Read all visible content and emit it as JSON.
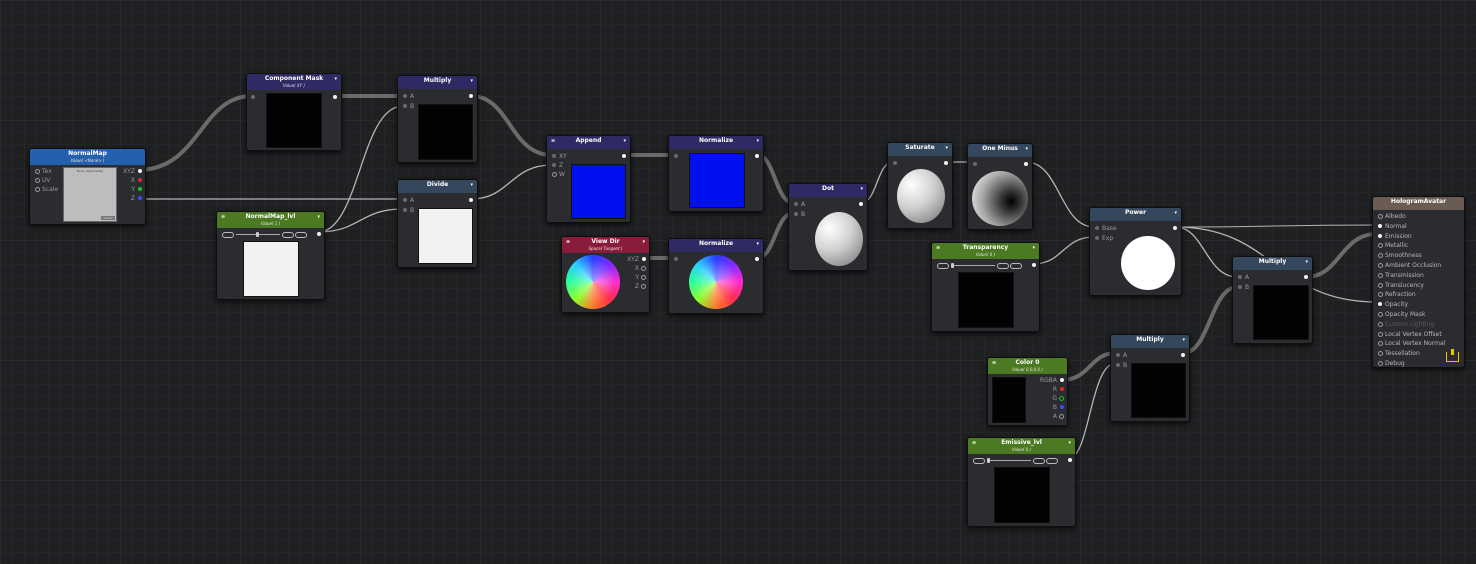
{
  "nodes": {
    "normalmap": {
      "title": "NormalMap",
      "sub": "Value( <None> )",
      "inputs": [
        "Tex",
        "UV",
        "Scale"
      ],
      "outputs": [
        "XYZ",
        "X",
        "Y",
        "Z"
      ],
      "thumb_text": "None (Texture2D)",
      "thumb_button": "Select"
    },
    "component_mask": {
      "title": "Component Mask",
      "sub": "Value( XY )"
    },
    "multiply1": {
      "title": "Multiply",
      "inputs": [
        "A",
        "B"
      ]
    },
    "divide": {
      "title": "Divide",
      "inputs": [
        "A",
        "B"
      ]
    },
    "normalmap_lvl": {
      "title": "NormalMap_lvl",
      "sub": "Value( 1 )"
    },
    "append": {
      "title": "Append",
      "inputs": [
        "XY",
        "Z",
        "W"
      ]
    },
    "normalize1": {
      "title": "Normalize"
    },
    "view_dir": {
      "title": "View Dir",
      "sub": "Space( Tangent )",
      "outputs": [
        "XYZ",
        "X",
        "Y",
        "Z"
      ]
    },
    "normalize2": {
      "title": "Normalize"
    },
    "dot": {
      "title": "Dot",
      "inputs": [
        "A",
        "B"
      ]
    },
    "saturate": {
      "title": "Saturate"
    },
    "one_minus": {
      "title": "One Minus"
    },
    "power": {
      "title": "Power",
      "inputs": [
        "Base",
        "Exp"
      ]
    },
    "transparency": {
      "title": "Transparency",
      "sub": "Value( 0 )"
    },
    "color0": {
      "title": "Color 0",
      "sub": "Value( 0,0,0,0 )",
      "outputs": [
        "RGBA",
        "R",
        "G",
        "B",
        "A"
      ]
    },
    "multiply2": {
      "title": "Multiply",
      "inputs": [
        "A",
        "B"
      ]
    },
    "emissive_lvl": {
      "title": "Emissive_lvl",
      "sub": "Value( 0 )"
    },
    "multiply3": {
      "title": "Multiply",
      "inputs": [
        "A",
        "B"
      ]
    },
    "output": {
      "title": "HologramAvatar",
      "ports": [
        "Albedo",
        "Normal",
        "Emission",
        "Metallic",
        "Smoothness",
        "Ambient Occlusion",
        "Transmission",
        "Translucency",
        "Refraction",
        "Opacity",
        "Opacity Mask",
        "Custom Lighting",
        "Local Vertex Offset",
        "Local Vertex Normal",
        "Tessellation",
        "Debug"
      ],
      "dim_ports": [
        "Custom Lighting"
      ]
    }
  },
  "icons": {
    "dropdown": "▾",
    "menu": "≡",
    "save": "save-icon"
  },
  "colors": {
    "wire": "#6c6c6c",
    "wire_thin": "#b9b9b9",
    "port_x": "#d23030",
    "port_y": "#20c020",
    "port_z": "#3050ff"
  }
}
